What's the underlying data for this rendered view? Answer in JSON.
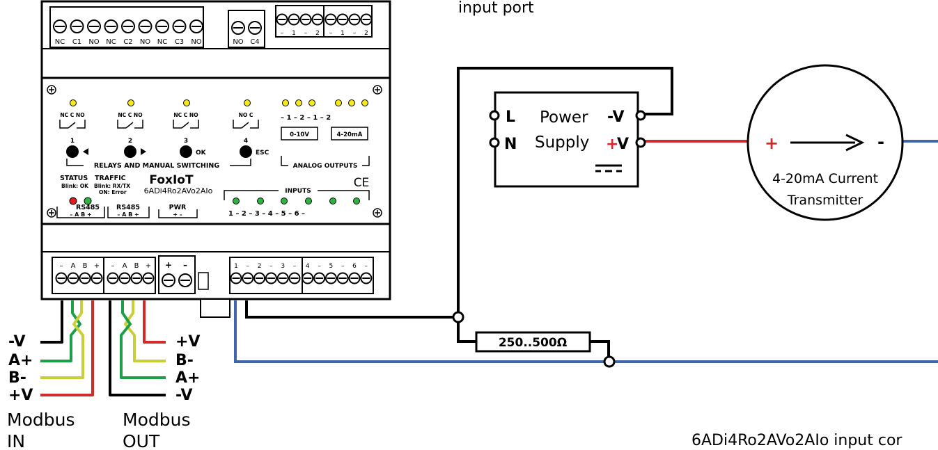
{
  "device": {
    "brand": "FoxIoT",
    "model": "6ADi4Ro2AVo2AIo",
    "top_relay_labels": [
      "NC",
      "C1",
      "NO",
      "NC",
      "C2",
      "NO",
      "NC",
      "C3",
      "NO"
    ],
    "top_relay4_labels": [
      "NO",
      "C4"
    ],
    "top_analog_labels": [
      "–",
      "1",
      "–",
      "2",
      "–",
      "1",
      "–",
      "2"
    ],
    "relays": [
      {
        "num": "1",
        "contacts": "NC C NO",
        "btn": "◀"
      },
      {
        "num": "2",
        "contacts": "NC C NO",
        "btn": "▶"
      },
      {
        "num": "3",
        "contacts": "NC C NO",
        "btn": "OK"
      },
      {
        "num": "4",
        "contacts": "NO C",
        "btn": "ESC"
      }
    ],
    "relay_group_label": "RELAYS AND MANUAL SWITCHING",
    "analog_outputs_label": "ANALOG OUTPUTS",
    "analog_out_ranges": [
      "0-10V",
      "4-20mA"
    ],
    "analog_led_labels": "– 1 – 2   – 1 – 2",
    "status_label": "STATUS",
    "status_blink": "Blink: OK",
    "traffic_label": "TRAFFIC",
    "traffic_blink": "Blink: RX/TX",
    "traffic_on": "ON: Error",
    "ce_mark": "CE",
    "inputs_label": "INPUTS",
    "inputs_numbers": "1 – 2 – 3 – 4 – 5 – 6 –",
    "rs485_a": "RS485",
    "rs485_b": "RS485",
    "pwr": "PWR",
    "rs485_pins": "– A B +",
    "pwr_pins": "+ –",
    "bottom_rs485_pins": [
      "–",
      "A",
      "B",
      "+"
    ],
    "bottom_pwr_pins": [
      "+",
      "–"
    ],
    "bottom_inputs_pins": [
      "1",
      "–",
      "2",
      "–",
      "3",
      "–",
      "4",
      "–",
      "5",
      "–",
      "6",
      "–"
    ]
  },
  "power_supply": {
    "left_l": "L",
    "left_n": "N",
    "line1": "Power",
    "line2": "Supply",
    "neg": "-V",
    "pos_sign": "+",
    "pos_v": "V",
    "dc_symbol": "⎓"
  },
  "transmitter": {
    "plus": "+",
    "minus": "-",
    "line1": "4-20mA Current",
    "line2": "Transmitter"
  },
  "resistor": {
    "label": "250..500Ω"
  },
  "modbus_in": {
    "wires": [
      "-V",
      "A+",
      "B-",
      "+V"
    ],
    "caption_line1": "Modbus",
    "caption_line2": "IN"
  },
  "modbus_out": {
    "wires": [
      "+V",
      "B-",
      "A+",
      "-V"
    ],
    "caption_line1": "Modbus",
    "caption_line2": "OUT"
  },
  "top_caption": "input port",
  "bottom_caption": "6ADi4Ro2AVo2AIo input cor",
  "colors": {
    "red": "#d12a2a",
    "blue": "#3e67ae",
    "green": "#1e9e49",
    "yellow": "#c9cf3a",
    "led_yellow": "#f2ea1a",
    "led_green": "#2bb540",
    "led_red": "#e01b1b"
  }
}
